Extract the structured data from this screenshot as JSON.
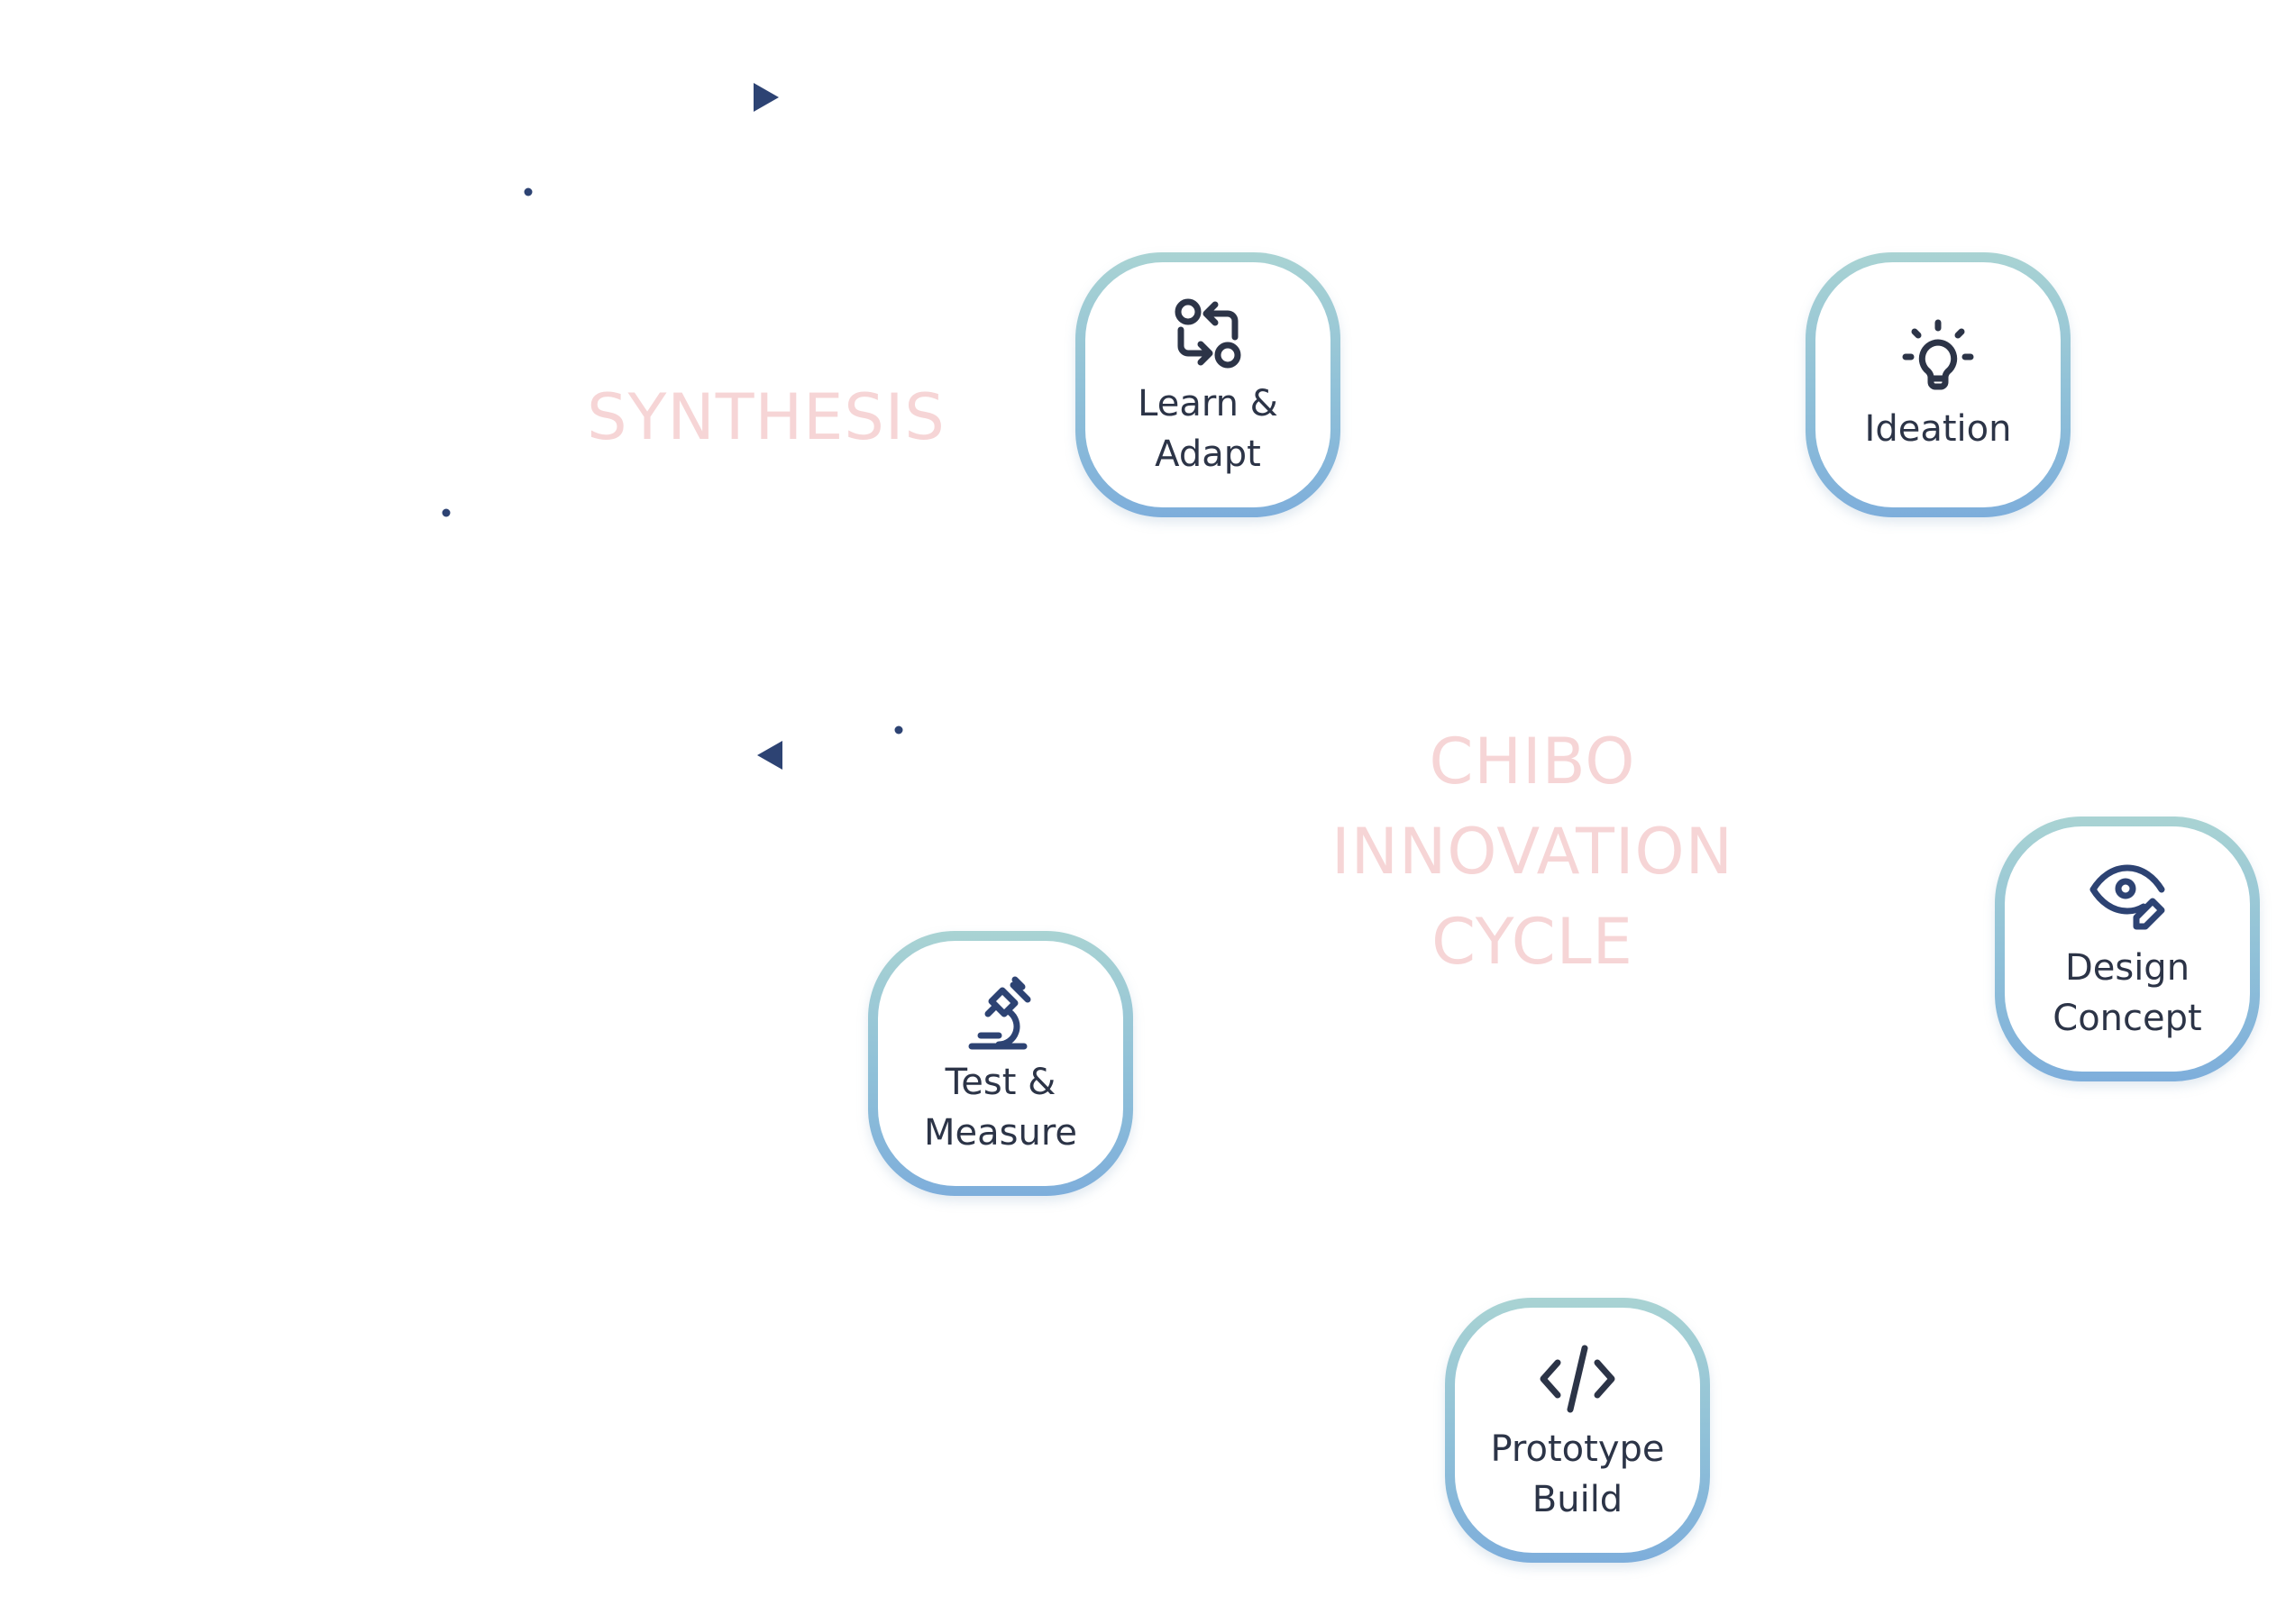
{
  "diagram": {
    "center_title": [
      "CHIBO",
      "INNOVATION",
      "CYCLE"
    ],
    "side_label": "SYNTHESIS",
    "label_color": "#f6d5d6",
    "accent_color": "#2d4373",
    "node_border_gradient": [
      "#a9d3d3",
      "#7eaedb"
    ],
    "nodes": [
      {
        "id": "learn",
        "label": "Learn &\nAdapt",
        "icon": "flow-arrows-icon"
      },
      {
        "id": "ideation",
        "label": "Ideation",
        "icon": "lightbulb-icon"
      },
      {
        "id": "design",
        "label": "Design\nConcept",
        "icon": "eye-pencil-icon"
      },
      {
        "id": "prototype",
        "label": "Prototype\nBuild",
        "icon": "code-icon"
      },
      {
        "id": "test",
        "label": "Test &\nMeasure",
        "icon": "microscope-icon"
      }
    ]
  }
}
